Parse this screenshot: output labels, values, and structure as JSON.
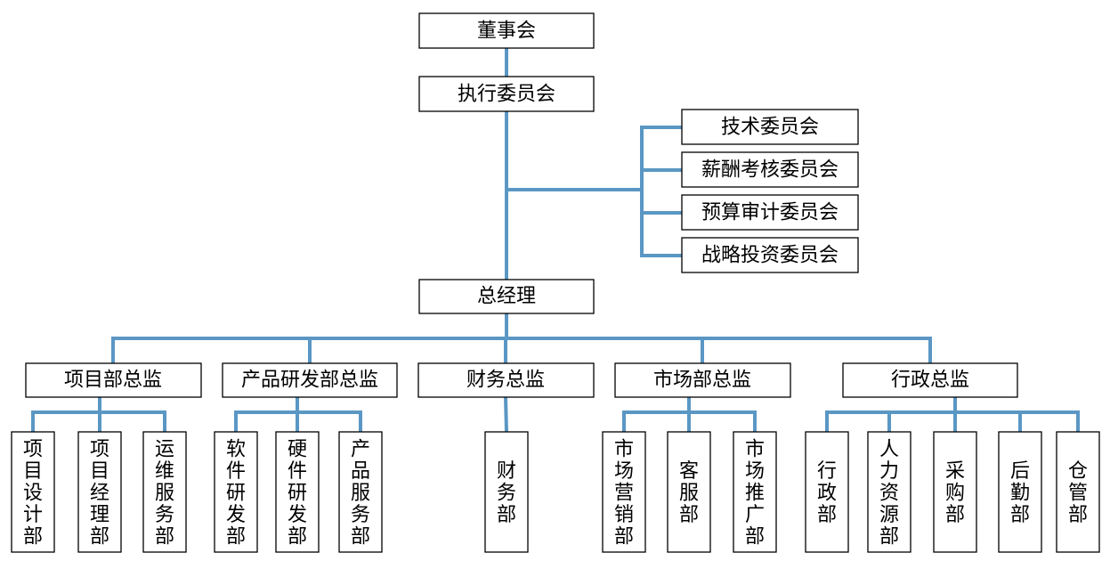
{
  "colors": {
    "connector": "#5a97c4",
    "box_border": "#000000",
    "box_fill": "#ffffff"
  },
  "board": {
    "label": "董事会"
  },
  "executive_committee": {
    "label": "执行委员会"
  },
  "committees": [
    {
      "id": "tech",
      "label": "技术委员会"
    },
    {
      "id": "compensation",
      "label": "薪酬考核委员会"
    },
    {
      "id": "budget-audit",
      "label": "预算审计委员会"
    },
    {
      "id": "strategy-investment",
      "label": "战略投资委员会"
    }
  ],
  "general_manager": {
    "label": "总经理"
  },
  "directors": [
    {
      "id": "project",
      "label": "项目部总监",
      "departments": [
        {
          "label": "项目设计部"
        },
        {
          "label": "项目经理部"
        },
        {
          "label": "运维服务部"
        }
      ]
    },
    {
      "id": "product-rd",
      "label": "产品研发部总监",
      "departments": [
        {
          "label": "软件研发部"
        },
        {
          "label": "硬件研发部"
        },
        {
          "label": "产品服务部"
        }
      ]
    },
    {
      "id": "finance",
      "label": "财务总监",
      "departments": [
        {
          "label": "财务部"
        }
      ]
    },
    {
      "id": "marketing",
      "label": "市场部总监",
      "departments": [
        {
          "label": "市场营销部"
        },
        {
          "label": "客服部"
        },
        {
          "label": "市场推广部"
        }
      ]
    },
    {
      "id": "admin",
      "label": "行政总监",
      "departments": [
        {
          "label": "行政部"
        },
        {
          "label": "人力资源部"
        },
        {
          "label": "采购部"
        },
        {
          "label": "后勤部"
        },
        {
          "label": "仓管部"
        }
      ]
    }
  ]
}
